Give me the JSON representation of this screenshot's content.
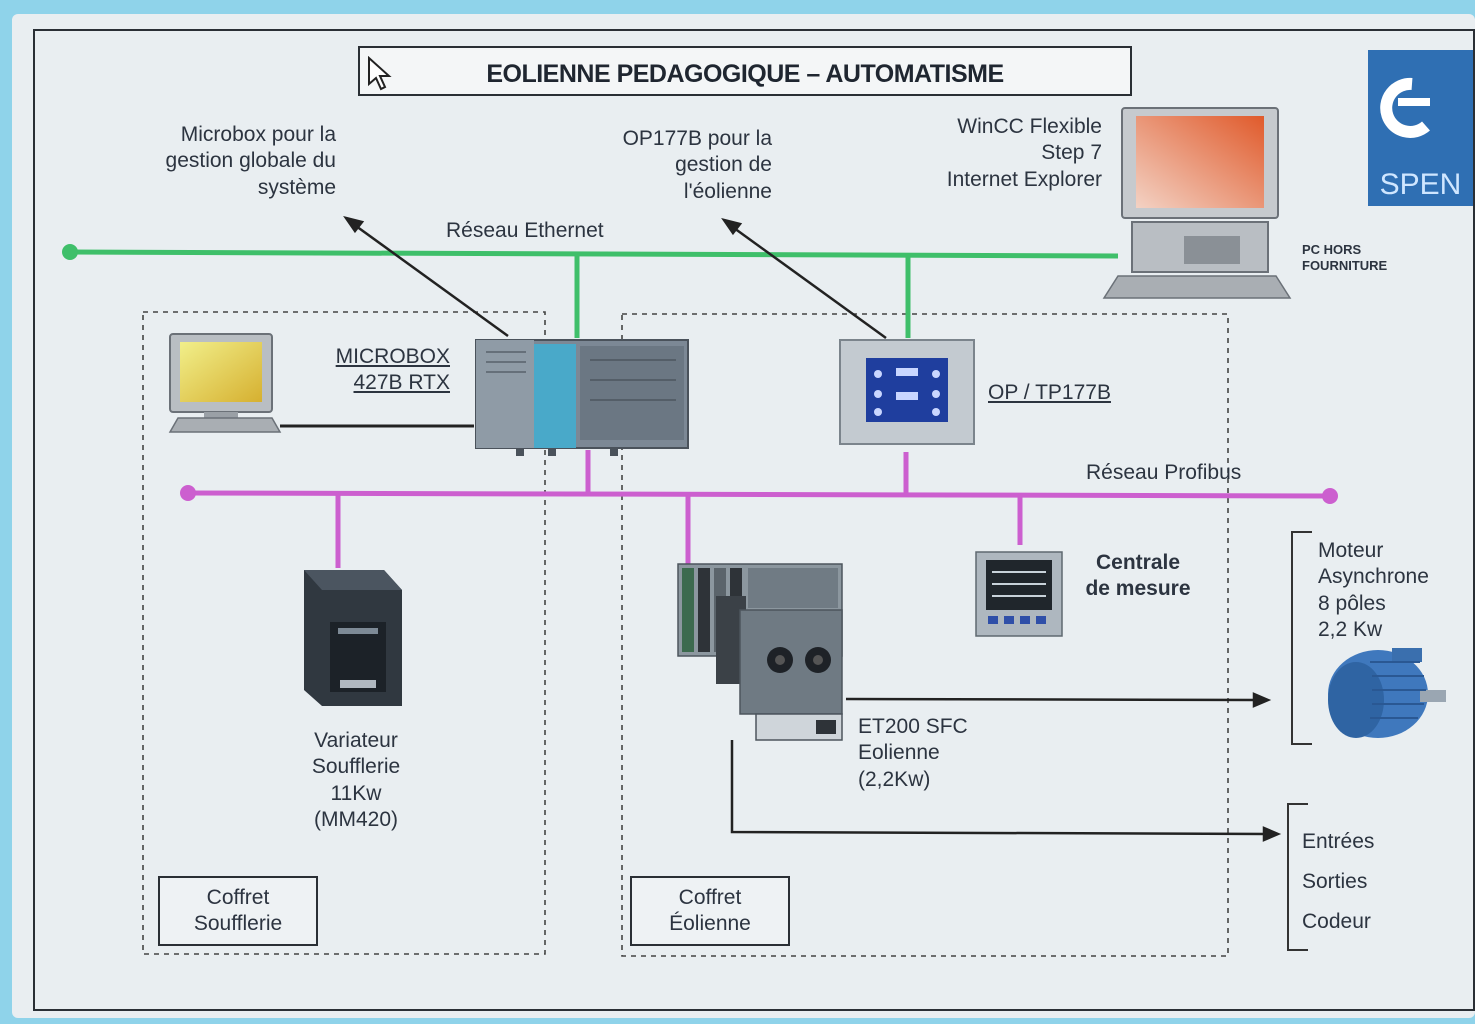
{
  "title": "EOLIENNE PEDAGOGIQUE – AUTOMATISME",
  "labels": {
    "microbox_note": [
      "Microbox pour la",
      "gestion globale du",
      "système"
    ],
    "op177_note": [
      "OP177B pour la",
      "gestion de",
      "l'éolienne"
    ],
    "software": [
      "WinCC Flexible",
      "Step 7",
      "Internet Explorer"
    ],
    "ethernet": "Réseau Ethernet",
    "profibus": "Réseau Profibus",
    "pc_hors": [
      "PC HORS",
      "FOURNITURE"
    ],
    "microbox_device": [
      "MICROBOX",
      "427B RTX"
    ],
    "op_device": "OP / TP177B",
    "centrale": [
      "Centrale",
      "de mesure"
    ],
    "moteur": [
      "Moteur",
      "Asynchrone",
      "8 pôles",
      "2,2 Kw"
    ],
    "variateur": [
      "Variateur",
      "Soufflerie",
      "11Kw",
      "(MM420)"
    ],
    "et200": [
      "ET200 SFC",
      "Eolienne",
      "(2,2Kw)"
    ],
    "io": [
      "Entrées",
      "Sorties",
      "Codeur"
    ],
    "coffret_soufflerie": [
      "Coffret",
      "Soufflerie"
    ],
    "coffret_eolienne": [
      "Coffret",
      "Éolienne"
    ],
    "logo": "SPEN"
  },
  "colors": {
    "ethernet": "#3fbf6a",
    "profibus": "#cc5fcf",
    "logo_bg": "#2f6fb3"
  },
  "icons": [
    "cursor-icon",
    "pc-icon",
    "laptop-icon",
    "microbox-icon",
    "op-panel-icon",
    "variator-icon",
    "et200-icon",
    "power-meter-icon",
    "motor-icon",
    "spen-logo"
  ]
}
